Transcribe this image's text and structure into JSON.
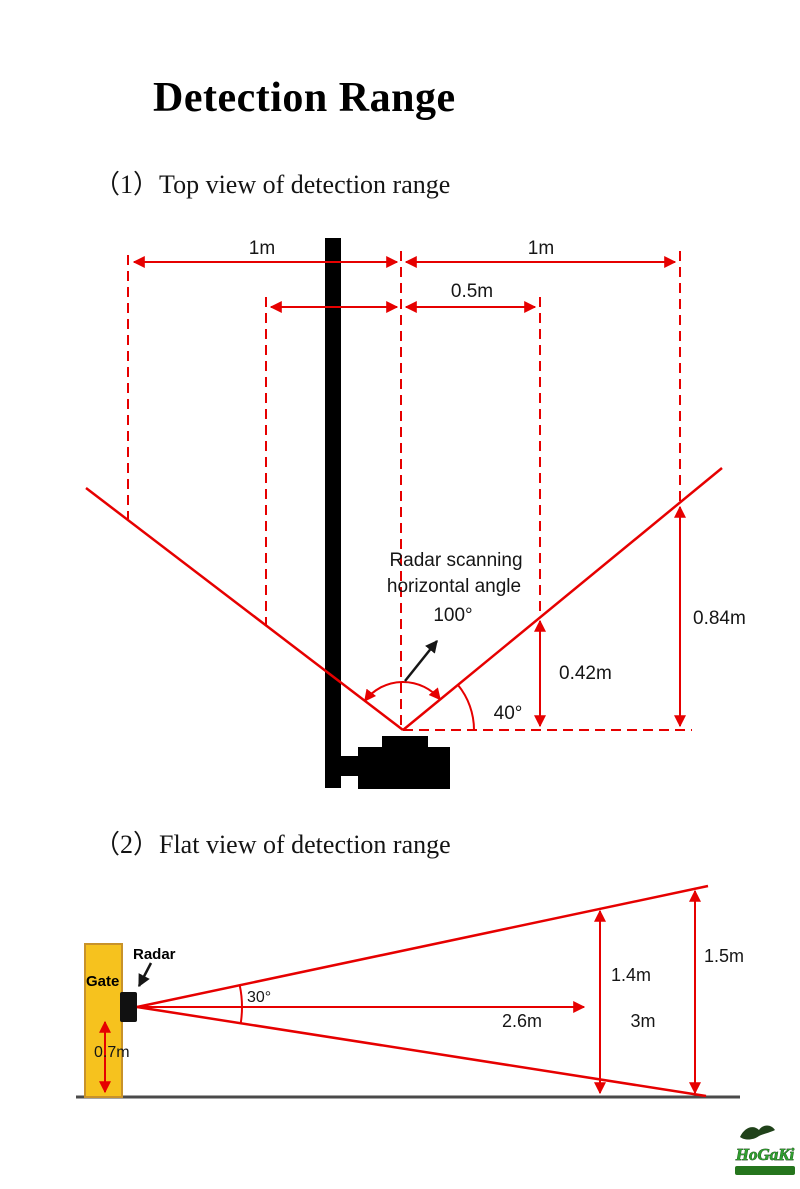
{
  "page": {
    "title": "Detection Range",
    "sections": [
      {
        "label": "（1）Top view of detection range"
      },
      {
        "label": "（2）Flat view of detection range"
      }
    ]
  },
  "top_view": {
    "dim_left": "1m",
    "dim_right": "1m",
    "dim_center": "0.5m",
    "scan_line1": "Radar scanning",
    "scan_line2": "horizontal angle",
    "scan_angle": "100°",
    "elevation_angle": "40°",
    "dim_inner": "0.42m",
    "dim_outer": "0.84m"
  },
  "flat_view": {
    "gate": "Gate",
    "radar": "Radar",
    "beam_angle": "30°",
    "gate_height": "0.7m",
    "mid_distance": "2.6m",
    "far_distance": "3m",
    "mid_height": "1.4m",
    "far_height": "1.5m"
  },
  "logo": {
    "text": "HoGaKi"
  },
  "colors": {
    "dimension_red": "#e60000",
    "gate_yellow": "#f6c21e",
    "logo_green": "#2f9e2f"
  }
}
